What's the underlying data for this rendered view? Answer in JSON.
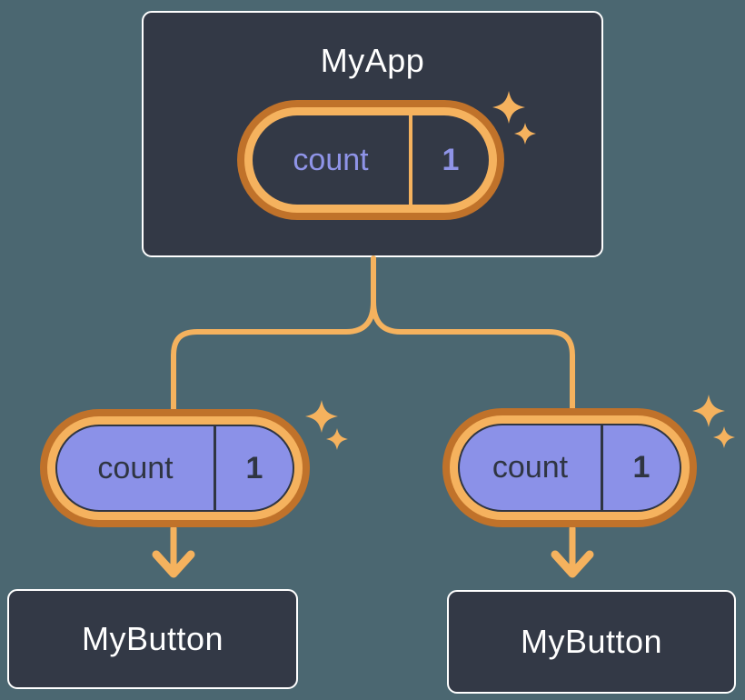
{
  "colors": {
    "background": "#4b6771",
    "node_fill": "#333946",
    "node_border": "#ffffff",
    "node_text": "#ffffff",
    "accent_light": "#f5b25e",
    "accent_dark": "#c0722a",
    "pill_fill": "#8b91e8",
    "pill_dark": "#2f3542",
    "pill_purple_text": "#8f94e8"
  },
  "root_node": {
    "title": "MyApp",
    "state_pill": {
      "label": "count",
      "value": "1"
    }
  },
  "child_nodes": [
    {
      "title": "MyButton",
      "prop_pill": {
        "label": "count",
        "value": "1"
      }
    },
    {
      "title": "MyButton",
      "prop_pill": {
        "label": "count",
        "value": "1"
      }
    }
  ],
  "icons": {
    "sparkle": "four-point-star"
  }
}
